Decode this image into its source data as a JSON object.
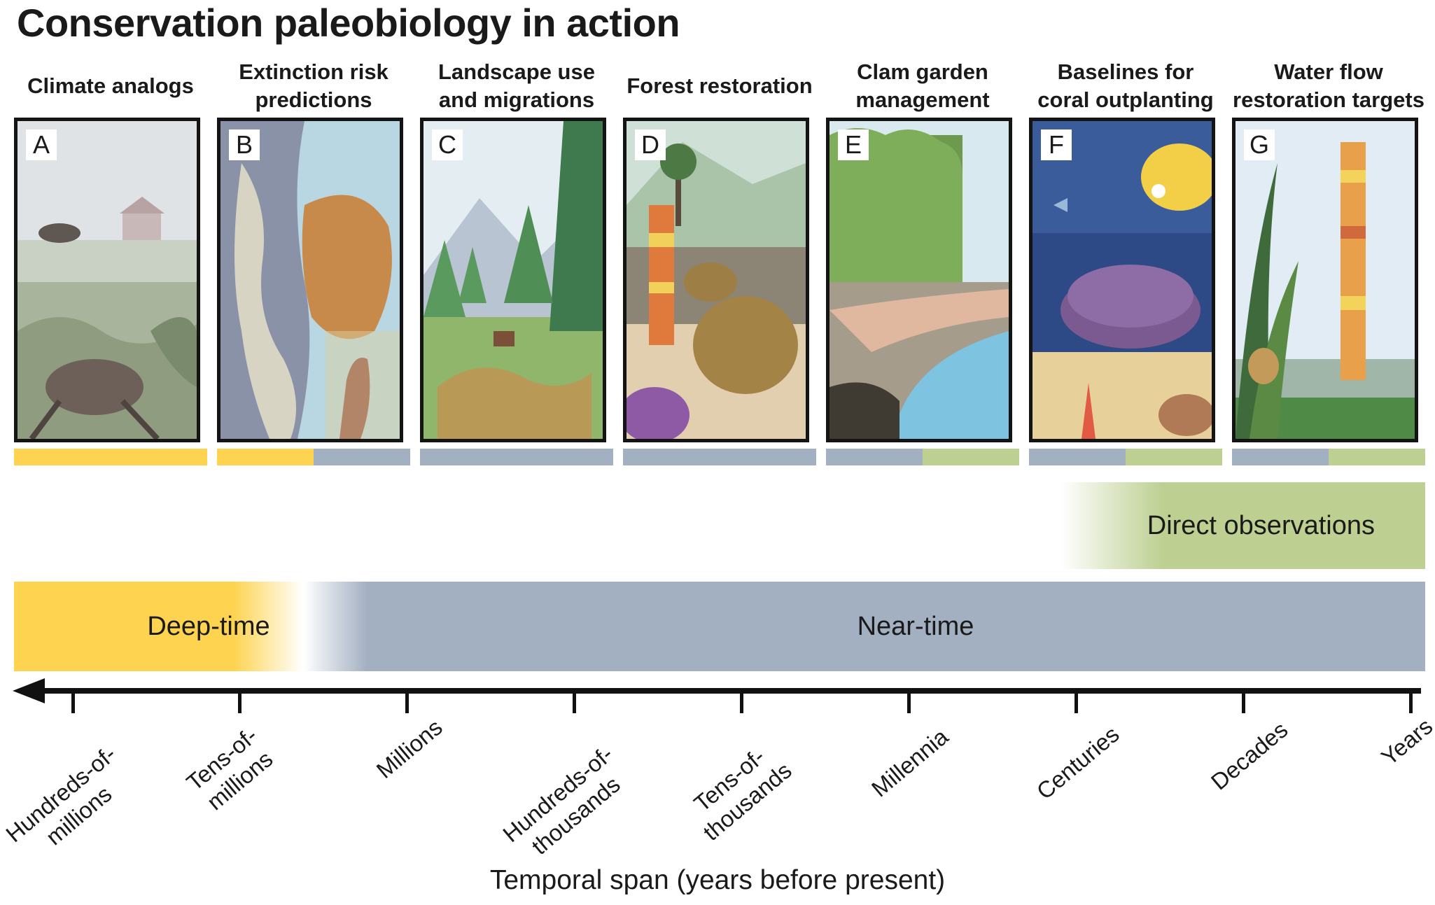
{
  "title": "Conservation paleobiology in action",
  "panels": [
    {
      "letter": "A",
      "title": "Climate analogs"
    },
    {
      "letter": "B",
      "title": "Extinction risk\npredictions"
    },
    {
      "letter": "C",
      "title": "Landscape use\nand migrations"
    },
    {
      "letter": "D",
      "title": "Forest restoration"
    },
    {
      "letter": "E",
      "title": "Clam garden\nmanagement"
    },
    {
      "letter": "F",
      "title": "Baselines for\ncoral outplanting"
    },
    {
      "letter": "G",
      "title": "Water flow\nrestoration targets"
    }
  ],
  "bands": {
    "direct": "Direct observations",
    "deep": "Deep-time",
    "near": "Near-time"
  },
  "axis": {
    "title": "Temporal span (years before present)",
    "ticks": [
      "Hundreds-of-\nmillions",
      "Tens-of-\nmillions",
      "Millions",
      "Hundreds-of-\nthousands",
      "Tens-of-\nthousands",
      "Millennia",
      "Centuries",
      "Decades",
      "Years"
    ]
  },
  "colors": {
    "deep_time": "#fdd34f",
    "near_time": "#a3b0c2",
    "direct_observations": "#bdd092"
  }
}
